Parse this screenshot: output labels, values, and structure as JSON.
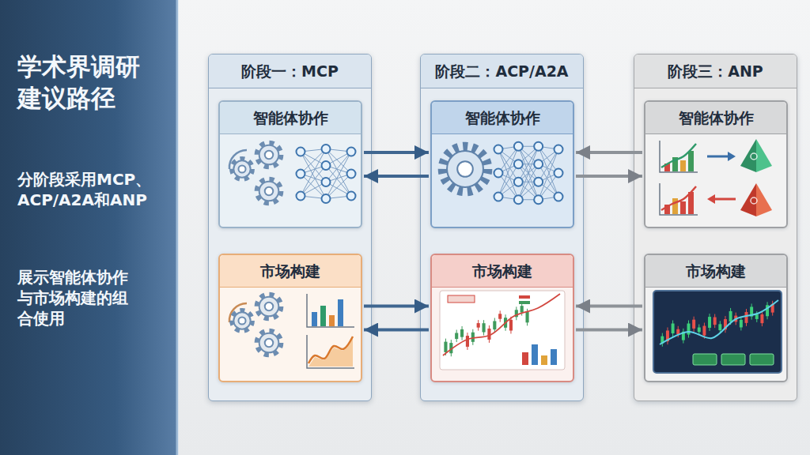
{
  "diagram": {
    "title": "学术界调研建议路径",
    "nodes": [
      {
        "text": [
          "阶段一：MCP"
        ]
      },
      {
        "text": [
          "智能体协作"
        ],
        "in": 0
      },
      {
        "text": [
          "市场构建"
        ],
        "in": 0
      },
      {
        "text": [
          "阶段二：ACP/A2A"
        ]
      },
      {
        "text": [
          "智能体协作"
        ],
        "in": 3
      },
      {
        "text": [
          "市场构建"
        ],
        "in": 3
      },
      {
        "text": [
          "阶段三：ANP"
        ]
      },
      {
        "text": [
          "智能体协作"
        ],
        "in": 6
      },
      {
        "text": [
          "市场构建"
        ],
        "in": 6
      }
    ],
    "edges": [
      {
        "from": 1,
        "to": 4,
        "arrow": "to"
      },
      {
        "from": 4,
        "to": 1,
        "arrow": "to"
      },
      {
        "from": 2,
        "to": 5,
        "arrow": "to"
      },
      {
        "from": 5,
        "to": 2,
        "arrow": "to"
      },
      {
        "from": 7,
        "to": 4,
        "arrow": "to"
      },
      {
        "from": 4,
        "to": 7,
        "arrow": "to"
      },
      {
        "from": 8,
        "to": 5,
        "arrow": "to"
      },
      {
        "from": 5,
        "to": 8,
        "arrow": "to"
      }
    ],
    "labels": [
      "分阶段采用MCP、ACP/A2A和ANP",
      "展示智能体协作与市场构建的组合使用"
    ]
  }
}
